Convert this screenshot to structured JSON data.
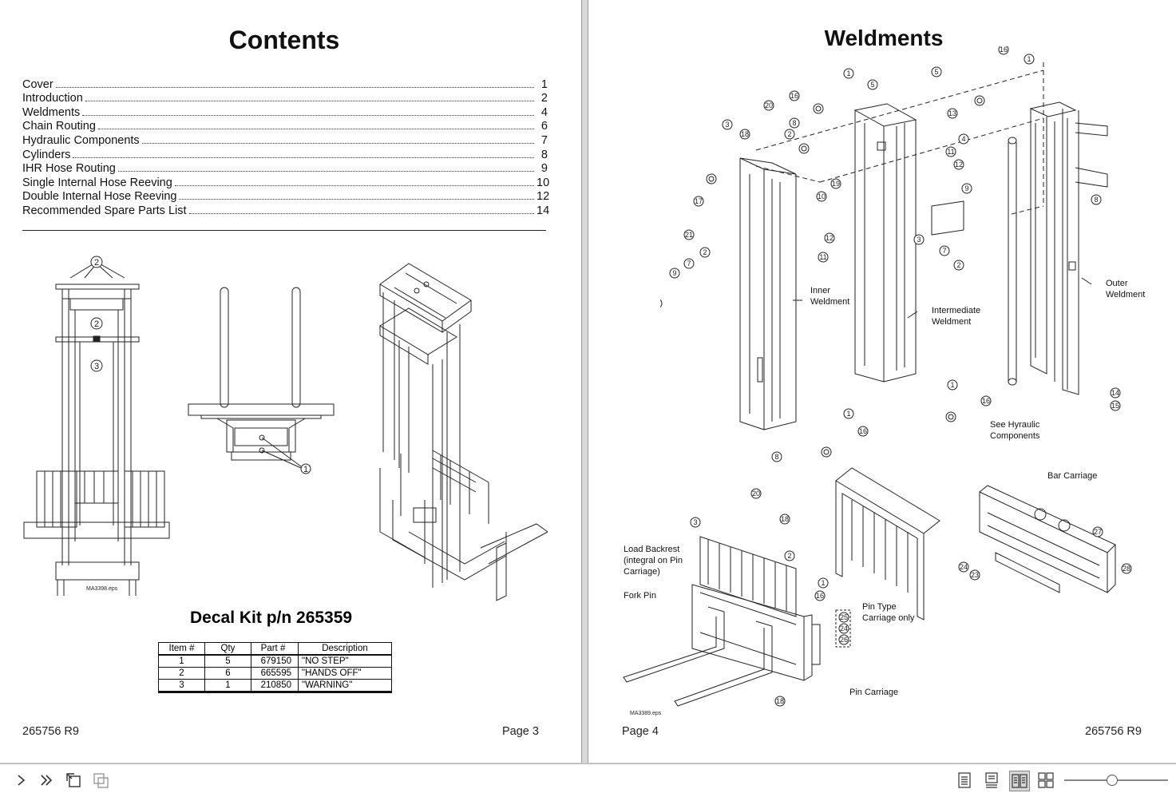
{
  "left_page": {
    "title": "Contents",
    "toc": [
      {
        "label": "Cover",
        "page": "1"
      },
      {
        "label": "Introduction",
        "page": "2"
      },
      {
        "label": "Weldments",
        "page": "4"
      },
      {
        "label": "Chain Routing",
        "page": "6"
      },
      {
        "label": "Hydraulic Components",
        "page": "7"
      },
      {
        "label": "Cylinders",
        "page": "8"
      },
      {
        "label": "IHR Hose Routing",
        "page": "9"
      },
      {
        "label": "Single Internal Hose Reeving",
        "page": "10"
      },
      {
        "label": "Double Internal Hose Reeving",
        "page": "12"
      },
      {
        "label": "Recommended Spare Parts List",
        "page": "14"
      }
    ],
    "drawing_id": "MA3398.eps",
    "decal_title": "Decal Kit p/n 265359",
    "decal_table": {
      "headers": [
        "Item #",
        "Qty",
        "Part #",
        "Description"
      ],
      "rows": [
        [
          "1",
          "5",
          "679150",
          "\"NO STEP\""
        ],
        [
          "2",
          "6",
          "665595",
          "\"HANDS OFF\""
        ],
        [
          "3",
          "1",
          "210850",
          "\"WARNING\""
        ]
      ]
    },
    "footer_left": "265756 R9",
    "footer_right": "Page 3"
  },
  "right_page": {
    "title": "Weldments",
    "labels": {
      "inner": "Inner\nWeldment",
      "intermediate": "Intermediate\nWeldment",
      "outer": "Outer\nWeldment",
      "hydraulic": "See Hyraulic\nComponents",
      "bar_carriage": "Bar Carriage",
      "load_backrest": "Load Backrest\n(integral on Pin\nCarriage)",
      "fork_pin": "Fork Pin",
      "pin_type": "Pin Type\nCarriage only",
      "pin_carriage": "Pin Carriage"
    },
    "drawing_id": "MA3389.eps",
    "footer_left": "Page 4",
    "footer_right": "265756 R9"
  },
  "toolbar": {
    "icons": [
      "next-page-icon",
      "last-page-icon",
      "rotate-icon",
      "extract-icon",
      "single-page-view-icon",
      "continuous-view-icon",
      "two-page-view-icon",
      "grid-view-icon"
    ],
    "zoom_level": 0.45
  }
}
